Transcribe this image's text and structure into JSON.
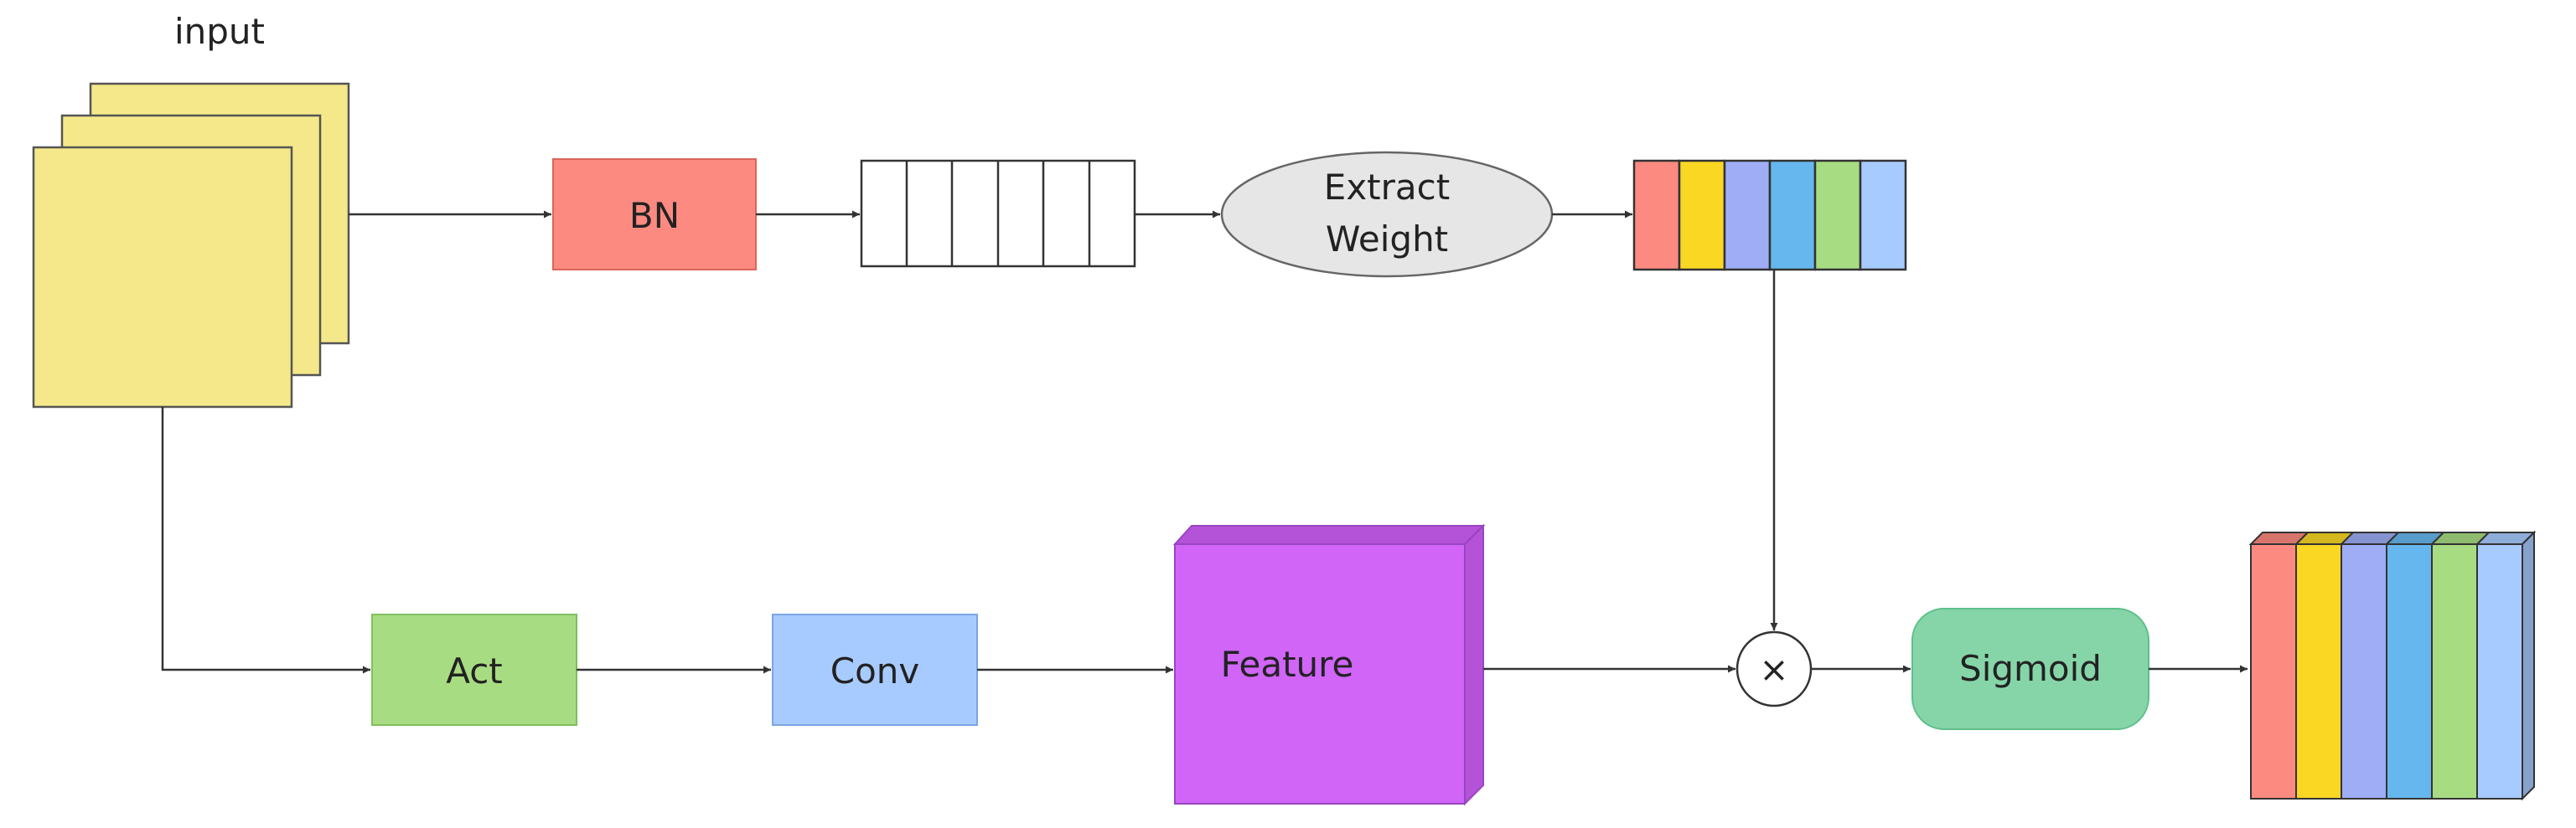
{
  "nodes": {
    "input": {
      "label": "input",
      "color": "#f5e88a"
    },
    "bn": {
      "label": "BN",
      "color": "#fd8a80"
    },
    "extract": {
      "line1": "Extract",
      "line2": "Weight",
      "color": "#e6e6e6"
    },
    "act": {
      "label": "Act",
      "color": "#a8dc82"
    },
    "conv": {
      "label": "Conv",
      "color": "#a8cbff"
    },
    "feature": {
      "label": "Feature",
      "color": "#d065f8"
    },
    "multiply": {
      "label": "×"
    },
    "sigmoid": {
      "label": "Sigmoid",
      "color": "#86d5a8"
    }
  },
  "weight_colors": [
    "#fd8a80",
    "#f9d723",
    "#9eadf6",
    "#66b7ee",
    "#a8dc82",
    "#a8cbff"
  ],
  "output_colors": [
    "#fd8a80",
    "#f9d723",
    "#9eadf6",
    "#66b7ee",
    "#a8dc82",
    "#a8cbff"
  ]
}
